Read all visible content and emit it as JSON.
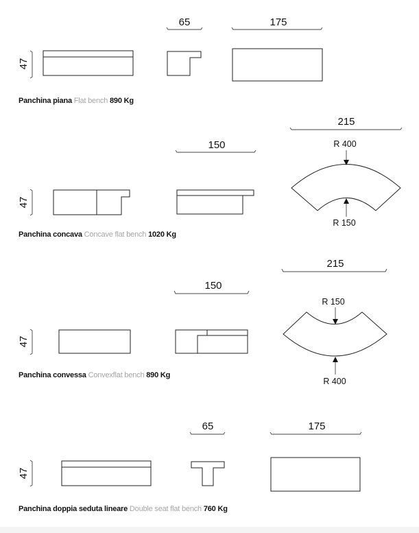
{
  "colors": {
    "line": "#222222",
    "text": "#111111",
    "english_label": "#a6a6a6",
    "background": "#ffffff"
  },
  "benches": [
    {
      "height_dim": "47",
      "dims": [
        "65",
        "175"
      ],
      "caption": {
        "italian": "Panchina piana",
        "english": "Flat bench",
        "weight": "890 Kg"
      }
    },
    {
      "height_dim": "47",
      "dims": [
        "150",
        "215"
      ],
      "radii": [
        "R 400",
        "R 150"
      ],
      "caption": {
        "italian": "Panchina concava",
        "english": "Concave flat bench",
        "weight": "1020 Kg"
      }
    },
    {
      "height_dim": "47",
      "dims": [
        "150",
        "215"
      ],
      "radii": [
        "R 150",
        "R 400"
      ],
      "caption": {
        "italian": "Panchina convessa",
        "english": "Convexflat bench",
        "weight": "890 Kg"
      }
    },
    {
      "height_dim": "47",
      "dims": [
        "65",
        "175"
      ],
      "caption": {
        "italian": "Panchina doppia seduta lineare",
        "english": "Double seat flat bench",
        "weight": "760 Kg"
      }
    }
  ]
}
